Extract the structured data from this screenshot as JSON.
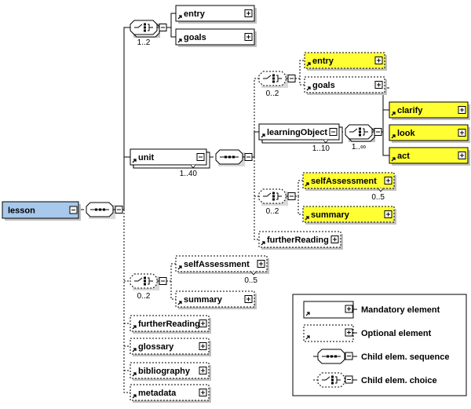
{
  "colors": {
    "root_fill": "#a8c8ec",
    "highlight_fill": "#ffff33",
    "plain_fill": "#ffffff",
    "shadow": "#c0c0c0",
    "line": "#000000"
  },
  "root": {
    "label": "lesson"
  },
  "elements": [
    {
      "id": "entry-1",
      "label": "entry",
      "optional": false,
      "highlight": false,
      "occurs": ""
    },
    {
      "id": "goals-1",
      "label": "goals",
      "optional": false,
      "highlight": false,
      "occurs": ""
    },
    {
      "id": "unit",
      "label": "unit",
      "optional": false,
      "highlight": false,
      "occurs": "1..40"
    },
    {
      "id": "entry-2",
      "label": "entry",
      "optional": true,
      "highlight": true,
      "occurs": ""
    },
    {
      "id": "goals-2",
      "label": "goals",
      "optional": true,
      "highlight": false,
      "occurs": ""
    },
    {
      "id": "learningObject",
      "label": "learningObject",
      "optional": false,
      "highlight": false,
      "occurs": "1..10"
    },
    {
      "id": "clarify",
      "label": "clarify",
      "optional": false,
      "highlight": true,
      "occurs": ""
    },
    {
      "id": "look",
      "label": "look",
      "optional": false,
      "highlight": true,
      "occurs": ""
    },
    {
      "id": "act",
      "label": "act",
      "optional": false,
      "highlight": true,
      "occurs": ""
    },
    {
      "id": "selfAssessment-2",
      "label": "selfAssessment",
      "optional": true,
      "highlight": true,
      "occurs": "0..5"
    },
    {
      "id": "summary-2",
      "label": "summary",
      "optional": true,
      "highlight": true,
      "occurs": ""
    },
    {
      "id": "furtherReading-2",
      "label": "furtherReading",
      "optional": true,
      "highlight": false,
      "occurs": ""
    },
    {
      "id": "selfAssessment-1",
      "label": "selfAssessment",
      "optional": true,
      "highlight": false,
      "occurs": "0..5"
    },
    {
      "id": "summary-1",
      "label": "summary",
      "optional": true,
      "highlight": false,
      "occurs": ""
    },
    {
      "id": "furtherReading-1",
      "label": "furtherReading",
      "optional": true,
      "highlight": false,
      "occurs": ""
    },
    {
      "id": "glossary",
      "label": "glossary",
      "optional": true,
      "highlight": false,
      "occurs": ""
    },
    {
      "id": "bibliography",
      "label": "bibliography",
      "optional": true,
      "highlight": false,
      "occurs": ""
    },
    {
      "id": "metadata",
      "label": "metadata",
      "optional": true,
      "highlight": false,
      "occurs": ""
    }
  ],
  "compositors": [
    {
      "id": "choice-top",
      "kind": "choice",
      "optional": false,
      "occurs": "1..2"
    },
    {
      "id": "seq-lesson",
      "kind": "sequence",
      "optional": false,
      "occurs": ""
    },
    {
      "id": "seq-unit",
      "kind": "sequence",
      "optional": false,
      "occurs": ""
    },
    {
      "id": "choice-unit-intro",
      "kind": "choice",
      "optional": true,
      "occurs": "0..2"
    },
    {
      "id": "choice-lo",
      "kind": "choice",
      "optional": false,
      "occurs": "1..∞"
    },
    {
      "id": "choice-unit-end",
      "kind": "choice",
      "optional": true,
      "occurs": "0..2"
    },
    {
      "id": "choice-lesson-end",
      "kind": "choice",
      "optional": true,
      "occurs": "0..2"
    }
  ],
  "legend": {
    "items": [
      {
        "kind": "mandatory",
        "label": "Mandatory element"
      },
      {
        "kind": "optional",
        "label": "Optional element"
      },
      {
        "kind": "sequence",
        "label": "Child elem. sequence"
      },
      {
        "kind": "choice",
        "label": "Child elem. choice"
      }
    ]
  }
}
